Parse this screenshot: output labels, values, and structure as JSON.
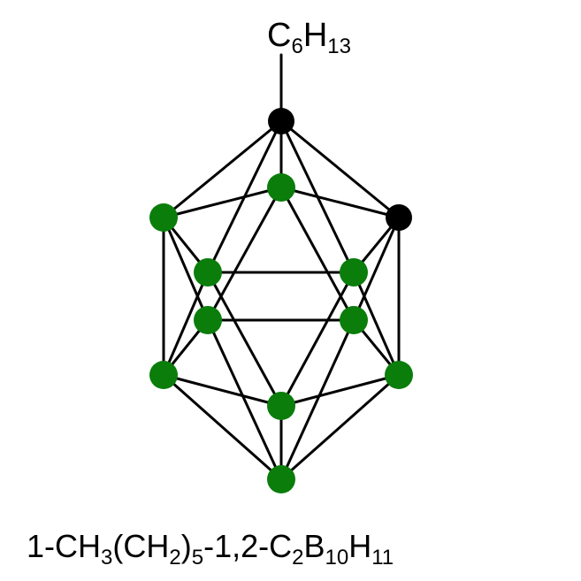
{
  "substituent_label": {
    "main": "C",
    "sub1": "6",
    "mid": "H",
    "sub2": "13"
  },
  "compound_label": {
    "parts": [
      {
        "t": "1-CH"
      },
      {
        "s": "3"
      },
      {
        "t": "(CH"
      },
      {
        "s": "2"
      },
      {
        "t": ")"
      },
      {
        "s": "5"
      },
      {
        "t": "-1,2-C"
      },
      {
        "s": "2"
      },
      {
        "t": "B"
      },
      {
        "s": "10"
      },
      {
        "t": "H"
      },
      {
        "s": "11"
      }
    ]
  },
  "colors": {
    "carbon": "#000000",
    "boron": "#0a7d0a",
    "bond": "#000000"
  },
  "atoms": [
    {
      "id": "c1",
      "element": "C"
    },
    {
      "id": "c2",
      "element": "C"
    },
    {
      "id": "b-top-back",
      "element": "B"
    },
    {
      "id": "b-upper-left",
      "element": "B"
    },
    {
      "id": "b-mid-left-front",
      "element": "B"
    },
    {
      "id": "b-mid-right-front",
      "element": "B"
    },
    {
      "id": "b-mid-left-back",
      "element": "B"
    },
    {
      "id": "b-mid-right-back",
      "element": "B"
    },
    {
      "id": "b-lower-left",
      "element": "B"
    },
    {
      "id": "b-lower-right",
      "element": "B"
    },
    {
      "id": "b-lower-front",
      "element": "B"
    },
    {
      "id": "b-bottom",
      "element": "B"
    }
  ]
}
